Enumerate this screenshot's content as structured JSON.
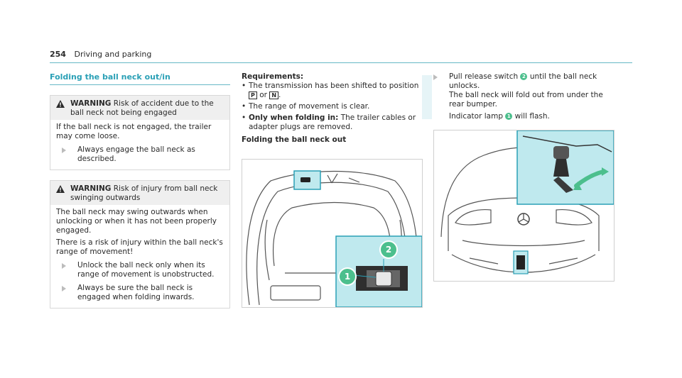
{
  "header": {
    "page_number": "254",
    "section": "Driving and parking"
  },
  "section_title": "Folding the ball neck out/in",
  "warning1": {
    "label": "WARNING",
    "text": "Risk of accident due to the ball neck not being engaged",
    "body": "If the ball neck is not engaged, the trailer may come loose.",
    "step": "Always engage the ball neck as described."
  },
  "warning2": {
    "label": "WARNING",
    "text": "Risk of injury from ball neck swinging outwards",
    "body1": "The ball neck may swing outwards when unlocking or when it has not been properly engaged.",
    "body2": "There is a risk of injury within the ball neck's range of movement!",
    "step1": "Unlock the ball neck only when its range of movement is unobstructed.",
    "step2": "Always be sure the ball neck is engaged when folding inwards."
  },
  "requirements": {
    "title": "Requirements:",
    "item1_pre": "The transmission has been shifted to position",
    "key_p": "P",
    "item1_or": "or",
    "key_n": "N",
    "item1_end": ".",
    "item2": "The range of movement is clear.",
    "item3_bold": "Only when folding in:",
    "item3_rest": "The trailer cables or adapter plugs are removed."
  },
  "fold_out_title": "Folding the ball neck out",
  "instruction": {
    "step_pre": "Pull release switch",
    "callout_2": "2",
    "step_post": "until the ball neck unlocks.",
    "line2": "The ball neck will fold out from under the rear bumper.",
    "line3_pre": "Indicator lamp",
    "callout_1": "1",
    "line3_post": "will flash."
  },
  "colors": {
    "accent": "#2aa0b6",
    "highlight": "#bfe9ee",
    "callout": "#4cbf8d"
  }
}
